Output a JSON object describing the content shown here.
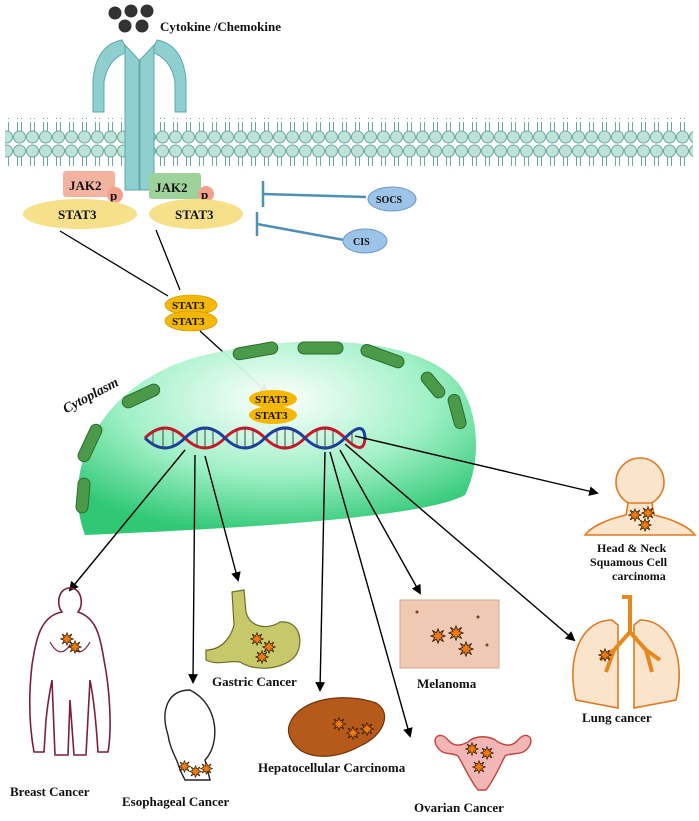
{
  "ligand_label": "Cytokine /Chemokine",
  "kinase_left": "JAK2",
  "kinase_right": "JAK2",
  "phospho_left": "p",
  "phospho_right": "p",
  "stat_left": "STAT3",
  "stat_right": "STAT3",
  "inhibitor_socs": "SOCS",
  "inhibitor_cis": "CIS",
  "dimer_top": "STAT3",
  "dimer_bottom": "STAT3",
  "nuclear_dimer_top": "STAT3",
  "nuclear_dimer_bottom": "STAT3",
  "compartment_label": "Cytoplasm",
  "cancers": {
    "breast": "Breast Cancer",
    "esophageal": "Esophageal Cancer",
    "gastric": "Gastric Cancer",
    "hepatocellular": "Hepatocellular Carcinoma",
    "ovarian": "Ovarian Cancer",
    "melanoma": "Melanoma",
    "lung": "Lung cancer",
    "head_neck_1": "Head & Neck",
    "head_neck_2": "Squamous Cell",
    "head_neck_3": "carcinoma"
  },
  "colors": {
    "receptor": "#8fcfcf",
    "membrane_head": "#bfe3d9",
    "jak_left": "#f2b4a0",
    "jak_right": "#9fd19a",
    "phospho": "#f4a08a",
    "stat": "#f7e08a",
    "stat_dimer": "#f5b800",
    "inhibitor": "#9cc3e8",
    "inhibitor_line": "#4f90b6",
    "nucleus": "#53e09a",
    "tumor": "#f07a10",
    "organ_outline": "#7b1f3a"
  }
}
